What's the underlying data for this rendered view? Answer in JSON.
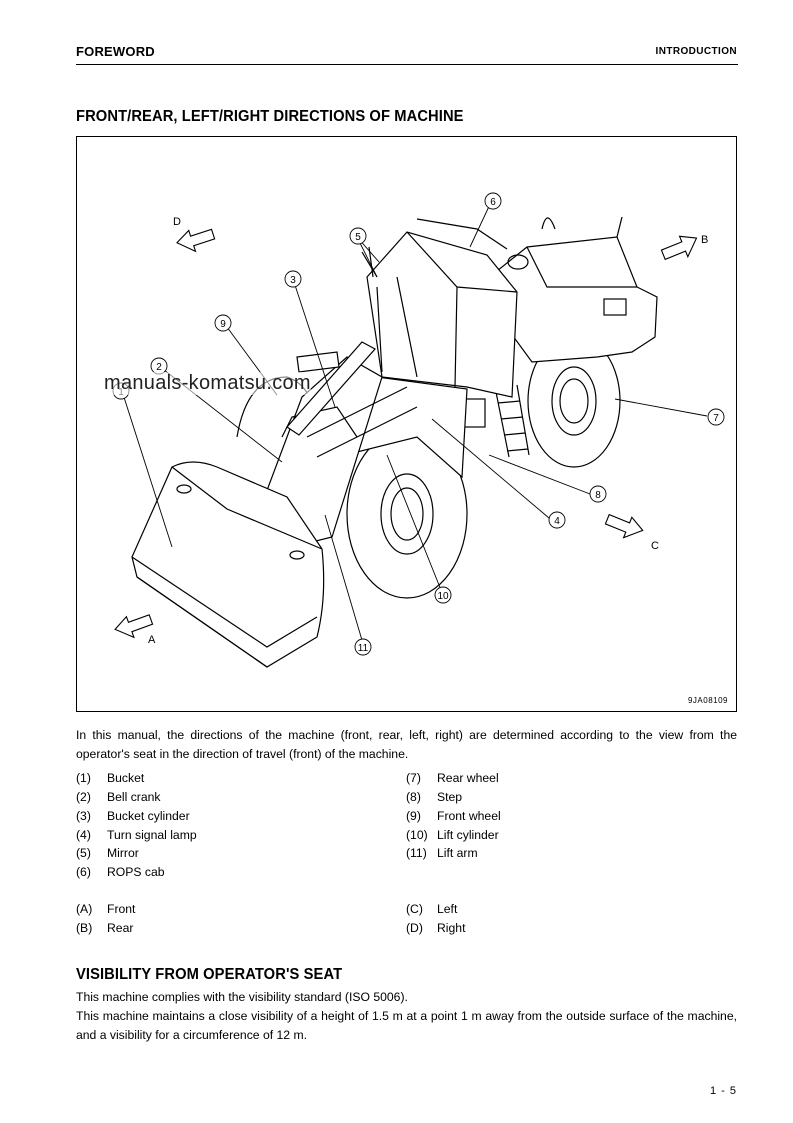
{
  "header": {
    "left": "FOREWORD",
    "right": "INTRODUCTION"
  },
  "section1": {
    "title": "FRONT/REAR, LEFT/RIGHT DIRECTIONS OF MACHINE"
  },
  "figure": {
    "code": "9JA08109",
    "watermark": "manuals-komatsu.com",
    "directions": {
      "a": "A",
      "b": "B",
      "c": "C",
      "d": "D"
    },
    "callouts": [
      "1",
      "2",
      "3",
      "4",
      "5",
      "6",
      "7",
      "8",
      "9",
      "10",
      "11"
    ]
  },
  "intro": "In this manual, the directions of the machine (front, rear, left, right) are determined according to the view from the operator's seat in the direction of travel (front) of the machine.",
  "parts_left": [
    {
      "num": "(1)",
      "label": "Bucket"
    },
    {
      "num": "(2)",
      "label": "Bell crank"
    },
    {
      "num": "(3)",
      "label": "Bucket cylinder"
    },
    {
      "num": "(4)",
      "label": "Turn signal lamp"
    },
    {
      "num": "(5)",
      "label": "Mirror"
    },
    {
      "num": "(6)",
      "label": "ROPS cab"
    }
  ],
  "parts_right": [
    {
      "num": "(7)",
      "label": "Rear wheel"
    },
    {
      "num": "(8)",
      "label": "Step"
    },
    {
      "num": "(9)",
      "label": "Front wheel"
    },
    {
      "num": "(10)",
      "label": "Lift cylinder"
    },
    {
      "num": "(11)",
      "label": "Lift arm"
    }
  ],
  "dirs_left": [
    {
      "num": "(A)",
      "label": "Front"
    },
    {
      "num": "(B)",
      "label": "Rear"
    }
  ],
  "dirs_right": [
    {
      "num": "(C)",
      "label": "Left"
    },
    {
      "num": "(D)",
      "label": "Right"
    }
  ],
  "section2": {
    "title": "VISIBILITY FROM OPERATOR'S SEAT",
    "line1": "This machine complies with the visibility standard (ISO 5006).",
    "line2": "This machine maintains a close visibility of a height of 1.5 m at a point 1 m away from the outside surface of the machine, and a visibility for a circumference of 12 m."
  },
  "page_number": "1 - 5"
}
